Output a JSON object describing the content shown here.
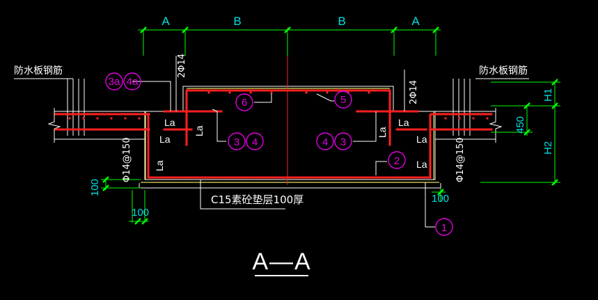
{
  "colors": {
    "background": "#000000",
    "white": "#ffffff",
    "green": "#00ff00",
    "cyan": "#00e0e0",
    "red": "#ff2020",
    "yellow": "#e8e060",
    "magenta": "#e000e0"
  },
  "dimensions": {
    "top": [
      "A",
      "B",
      "B",
      "A"
    ],
    "right": {
      "h1": "H1",
      "mid": "450",
      "h2": "H2"
    },
    "bottom_left_vertical": "100",
    "bottom_left": "100",
    "bottom_right": "100"
  },
  "labels": {
    "left_top": "防水板钢筋",
    "right_top": "防水板钢筋",
    "left_bar_top": "2Φ14",
    "right_bar_top": "2Φ14",
    "left_stirrup": "Φ14@150",
    "right_stirrup": "Φ14@150",
    "cushion": "C15素砼垫层100厚",
    "anchor": "La",
    "title": "A—A"
  },
  "markers": {
    "m3a": "3a",
    "m4a": "4a",
    "m6": "6",
    "m5": "5",
    "m3_left": "3",
    "m4_left": "4",
    "m4_right": "4",
    "m3_right": "3",
    "m2": "2",
    "m1": "1"
  }
}
